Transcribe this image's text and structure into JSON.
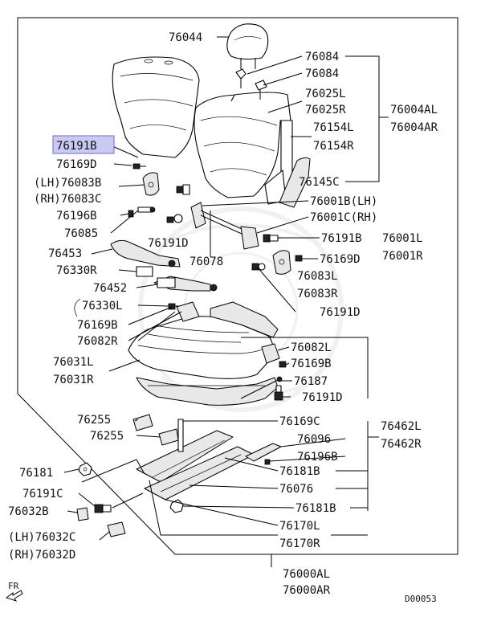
{
  "diagram_code": "D00053",
  "direction_label": "FR",
  "callouts": [
    {
      "id": "76044",
      "text": "76044"
    },
    {
      "id": "76084a",
      "text": "76084"
    },
    {
      "id": "76084b",
      "text": "76084"
    },
    {
      "id": "76025L",
      "text": "76025L"
    },
    {
      "id": "76025R",
      "text": "76025R"
    },
    {
      "id": "76004AL",
      "text": "76004AL"
    },
    {
      "id": "76004AR",
      "text": "76004AR"
    },
    {
      "id": "76154L",
      "text": "76154L"
    },
    {
      "id": "76154R",
      "text": "76154R"
    },
    {
      "id": "76191B_hl",
      "text": "76191B"
    },
    {
      "id": "76169D_1",
      "text": "76169D"
    },
    {
      "id": "76083B",
      "text": "(LH)76083B"
    },
    {
      "id": "76083C",
      "text": "(RH)76083C"
    },
    {
      "id": "76145C",
      "text": "76145C"
    },
    {
      "id": "76001B",
      "text": "76001B(LH)"
    },
    {
      "id": "76001C",
      "text": "76001C(RH)"
    },
    {
      "id": "76196B_1",
      "text": "76196B"
    },
    {
      "id": "76085",
      "text": "76085"
    },
    {
      "id": "76191D_1",
      "text": "76191D"
    },
    {
      "id": "76191B_2",
      "text": "76191B"
    },
    {
      "id": "76001L",
      "text": "76001L"
    },
    {
      "id": "76001R",
      "text": "76001R"
    },
    {
      "id": "76453",
      "text": "76453"
    },
    {
      "id": "76078",
      "text": "76078"
    },
    {
      "id": "76169D_2",
      "text": "76169D"
    },
    {
      "id": "76330R",
      "text": "76330R"
    },
    {
      "id": "76083L",
      "text": "76083L"
    },
    {
      "id": "76083R",
      "text": "76083R"
    },
    {
      "id": "76452",
      "text": "76452"
    },
    {
      "id": "76330L",
      "text": "76330L"
    },
    {
      "id": "76191D_2",
      "text": "76191D"
    },
    {
      "id": "76169B_1",
      "text": "76169B"
    },
    {
      "id": "76082R",
      "text": "76082R"
    },
    {
      "id": "76082L",
      "text": "76082L"
    },
    {
      "id": "76169B_2",
      "text": "76169B"
    },
    {
      "id": "76031L",
      "text": "76031L"
    },
    {
      "id": "76031R",
      "text": "76031R"
    },
    {
      "id": "76187",
      "text": "76187"
    },
    {
      "id": "76191D_3",
      "text": "76191D"
    },
    {
      "id": "76255a",
      "text": "76255"
    },
    {
      "id": "76169C",
      "text": "76169C"
    },
    {
      "id": "76462L",
      "text": "76462L"
    },
    {
      "id": "76462R",
      "text": "76462R"
    },
    {
      "id": "76255b",
      "text": "76255"
    },
    {
      "id": "76096",
      "text": "76096"
    },
    {
      "id": "76196B_2",
      "text": "76196B"
    },
    {
      "id": "76181",
      "text": "76181"
    },
    {
      "id": "76181B_1",
      "text": "76181B"
    },
    {
      "id": "76191C",
      "text": "76191C"
    },
    {
      "id": "76076",
      "text": "76076"
    },
    {
      "id": "76032B",
      "text": "76032B"
    },
    {
      "id": "76181B_2",
      "text": "76181B"
    },
    {
      "id": "76170L",
      "text": "76170L"
    },
    {
      "id": "76032C",
      "text": "(LH)76032C"
    },
    {
      "id": "76170R",
      "text": "76170R"
    },
    {
      "id": "76032D",
      "text": "(RH)76032D"
    },
    {
      "id": "76000AL",
      "text": "76000AL"
    },
    {
      "id": "76000AR",
      "text": "76000AR"
    }
  ]
}
